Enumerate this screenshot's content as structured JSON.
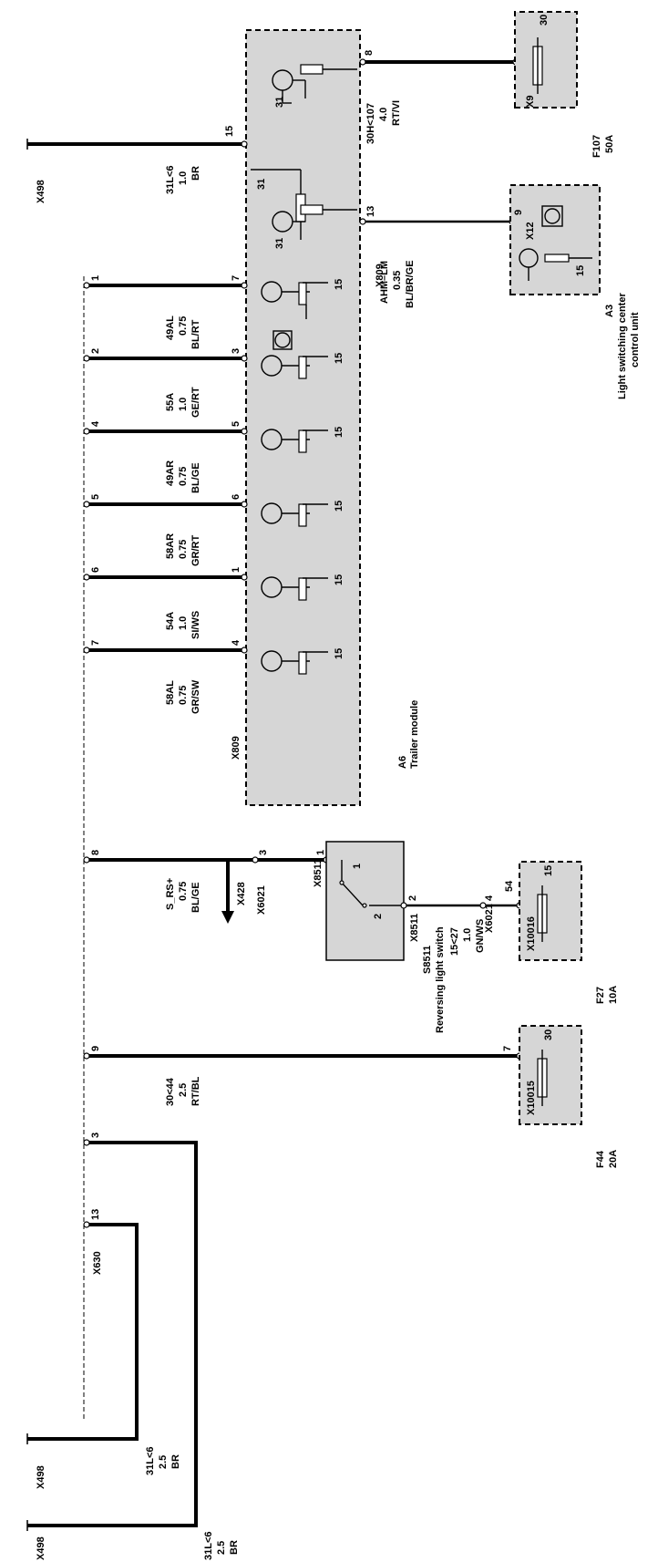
{
  "modules": {
    "a6": {
      "id": "A6",
      "name": "Trailer module",
      "conn_left": "X809",
      "conn_right": "X809"
    },
    "a3": {
      "id": "A3",
      "name_line1": "Light switching center",
      "name_line2": "control unit",
      "pin": "9",
      "conn": "X12",
      "pin_inner": "15"
    },
    "s8511": {
      "id": "S8511",
      "name": "Reversing light switch",
      "pin1": "1",
      "pin2": "2",
      "conn_in": "X8511",
      "conn_out": "X8511",
      "sw1": "1",
      "sw2": "2"
    }
  },
  "fuses": [
    {
      "id": "F107",
      "rating": "50A",
      "pin": "30",
      "conn": "X9"
    },
    {
      "id": "F27",
      "rating": "10A",
      "pin": "15",
      "conn": "X10016",
      "ext_pin": "54"
    },
    {
      "id": "F44",
      "rating": "20A",
      "pin": "30",
      "conn": "X10015",
      "ext_pin": "7"
    }
  ],
  "wires_top": [
    {
      "pin": "8",
      "l1": "30H<107",
      "l2": "4.0",
      "l3": "RT/VI"
    },
    {
      "pin": "15",
      "l1": "31L<6",
      "l2": "1.0",
      "l3": "BR",
      "ground": "X498"
    },
    {
      "pin": "13",
      "l1": "AHM–LM",
      "l2": "0.35",
      "l3": "BL/BR/GE"
    }
  ],
  "inner_labels": {
    "g31": "31",
    "p15": "15"
  },
  "outputs": [
    {
      "lp": "1",
      "rp": "7",
      "l1": "49AL",
      "l2": "0.75",
      "l3": "BL/RT"
    },
    {
      "lp": "2",
      "rp": "3",
      "l1": "55A",
      "l2": "1.0",
      "l3": "GE/RT"
    },
    {
      "lp": "4",
      "rp": "5",
      "l1": "49AR",
      "l2": "0.75",
      "l3": "BL/GE"
    },
    {
      "lp": "5",
      "rp": "6",
      "l1": "58AR",
      "l2": "0.75",
      "l3": "GR/RT"
    },
    {
      "lp": "6",
      "rp": "1",
      "l1": "54A",
      "l2": "1.0",
      "l3": "SI/WS"
    },
    {
      "lp": "7",
      "rp": "4",
      "l1": "58AL",
      "l2": "0.75",
      "l3": "GR/SW"
    }
  ],
  "reverse": {
    "lp": "8",
    "x6021_pin": "3",
    "x6021": "X6021",
    "l1": "S_RS+",
    "l2": "0.75",
    "l3": "BL/GE",
    "arrow": "X428",
    "feed_pin": "4",
    "feed_conn": "X6021",
    "f1": "15<27",
    "f2": "1.0",
    "f3": "GN/WS"
  },
  "feed44": {
    "lp": "9",
    "l1": "30<44",
    "l2": "2.5",
    "l3": "RT/BL"
  },
  "grounds": {
    "conn": "X630",
    "p3": "3",
    "p13": "13",
    "g1": {
      "l1": "31L<6",
      "l2": "2.5",
      "l3": "BR",
      "conn": "X498"
    },
    "g2": {
      "l1": "31L<6",
      "l2": "2.5",
      "l3": "BR",
      "conn": "X498"
    }
  }
}
